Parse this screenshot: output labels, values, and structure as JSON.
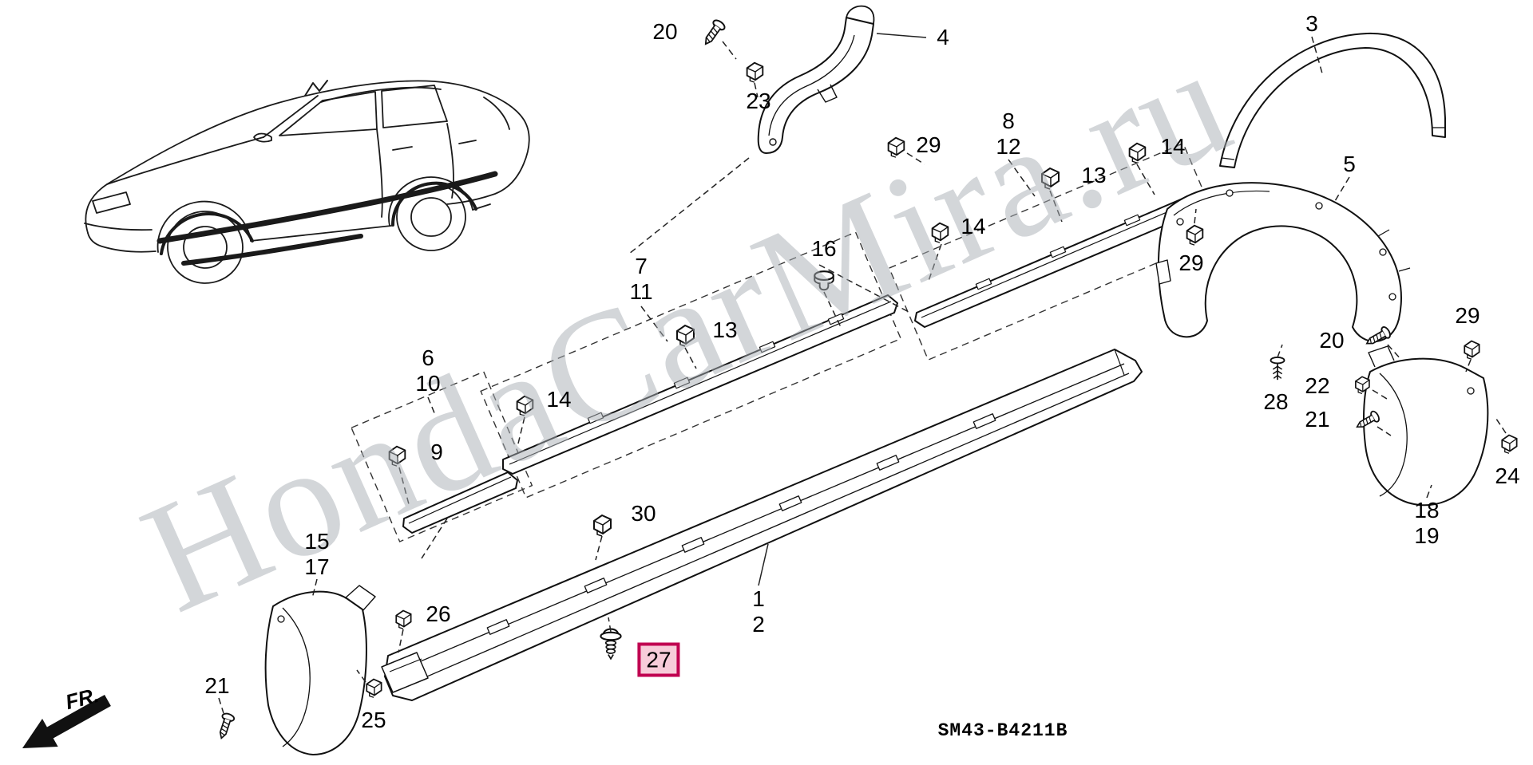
{
  "watermark": {
    "text": "HondaCarMira.ru"
  },
  "diagram_code": {
    "text": "SM43-B4211B"
  },
  "fr_indicator": {
    "label": "FR."
  },
  "highlight": {
    "selected_callout": "27",
    "border_color": "#c00050",
    "background_color": "#f7ccd9"
  },
  "icons": {
    "clip-icon": "retaining clip fastener",
    "screw-icon": "tapping screw",
    "grommet-icon": "grommet plug",
    "tree-rivet-icon": "tree push rivet",
    "push-rivet-icon": "push rivet",
    "fr-arrow-icon": "front direction arrow"
  },
  "callouts": [
    {
      "label": "20"
    },
    {
      "label": "4"
    },
    {
      "label": "23"
    },
    {
      "label": "29"
    },
    {
      "label": "3"
    },
    {
      "label": "8"
    },
    {
      "label": "12"
    },
    {
      "label": "13"
    },
    {
      "label": "14"
    },
    {
      "label": "14"
    },
    {
      "label": "29"
    },
    {
      "label": "5"
    },
    {
      "label": "16"
    },
    {
      "label": "7"
    },
    {
      "label": "11"
    },
    {
      "label": "13"
    },
    {
      "label": "14"
    },
    {
      "label": "6"
    },
    {
      "label": "10"
    },
    {
      "label": "9"
    },
    {
      "label": "30"
    },
    {
      "label": "1"
    },
    {
      "label": "2"
    },
    {
      "label": "15"
    },
    {
      "label": "17"
    },
    {
      "label": "26"
    },
    {
      "label": "27"
    },
    {
      "label": "25"
    },
    {
      "label": "21"
    },
    {
      "label": "20"
    },
    {
      "label": "29"
    },
    {
      "label": "22"
    },
    {
      "label": "28"
    },
    {
      "label": "21"
    },
    {
      "label": "24"
    },
    {
      "label": "18"
    },
    {
      "label": "19"
    }
  ]
}
